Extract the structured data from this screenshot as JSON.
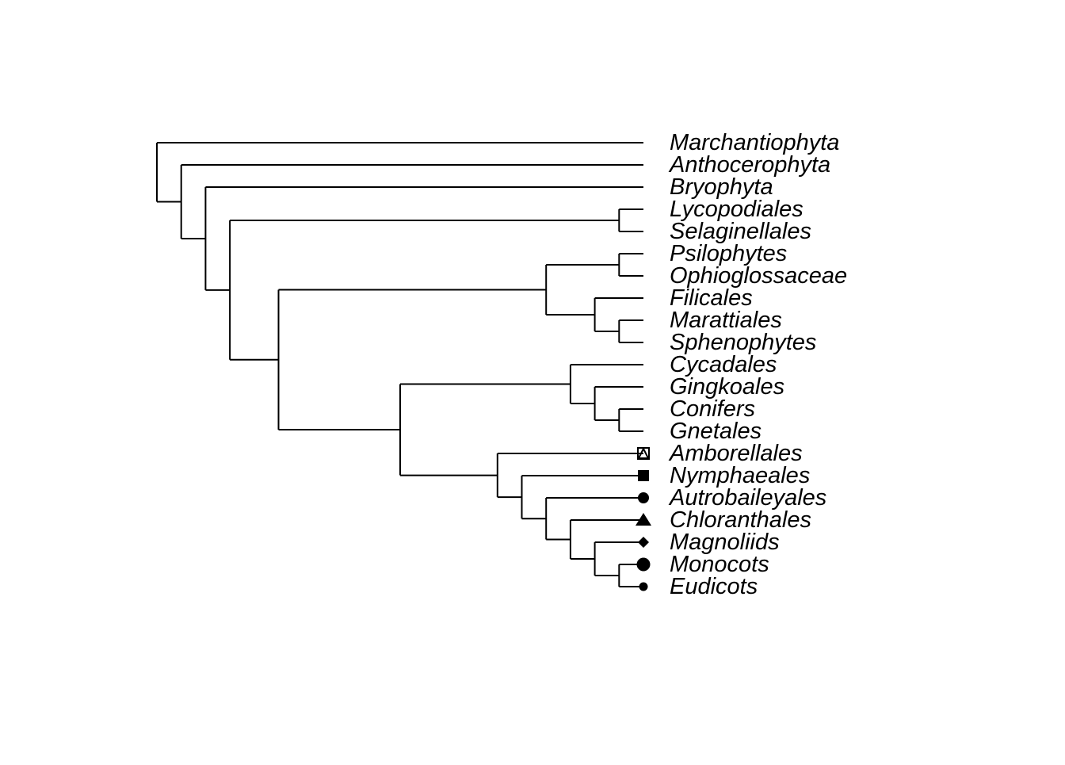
{
  "tree": {
    "type": "phylogram",
    "max_depth": 20,
    "root": {
      "depth": 0,
      "children": [
        {
          "tip": "Marchantiophyta"
        },
        {
          "depth": 1,
          "children": [
            {
              "tip": "Anthocerophyta"
            },
            {
              "depth": 2,
              "children": [
                {
                  "tip": "Bryophyta"
                },
                {
                  "depth": 3,
                  "children": [
                    {
                      "depth": 19,
                      "children": [
                        {
                          "tip": "Lycopodiales"
                        },
                        {
                          "tip": "Selaginellales"
                        }
                      ]
                    },
                    {
                      "depth": 5,
                      "children": [
                        {
                          "depth": 16,
                          "children": [
                            {
                              "depth": 19,
                              "children": [
                                {
                                  "tip": "Psilophytes"
                                },
                                {
                                  "tip": "Ophioglossaceae"
                                }
                              ]
                            },
                            {
                              "depth": 18,
                              "children": [
                                {
                                  "tip": "Filicales"
                                },
                                {
                                  "depth": 19,
                                  "children": [
                                    {
                                      "tip": "Marattiales"
                                    },
                                    {
                                      "tip": "Sphenophytes"
                                    }
                                  ]
                                }
                              ]
                            }
                          ]
                        },
                        {
                          "depth": 10,
                          "children": [
                            {
                              "depth": 17,
                              "children": [
                                {
                                  "tip": "Cycadales"
                                },
                                {
                                  "depth": 18,
                                  "children": [
                                    {
                                      "tip": "Gingkoales"
                                    },
                                    {
                                      "depth": 19,
                                      "children": [
                                        {
                                          "tip": "Conifers"
                                        },
                                        {
                                          "tip": "Gnetales"
                                        }
                                      ]
                                    }
                                  ]
                                }
                              ]
                            },
                            {
                              "depth": 14,
                              "children": [
                                {
                                  "tip": "Amborellales",
                                  "symbol": "open-square-triangle"
                                },
                                {
                                  "depth": 15,
                                  "children": [
                                    {
                                      "tip": "Nymphaeales",
                                      "symbol": "filled-square"
                                    },
                                    {
                                      "depth": 16,
                                      "children": [
                                        {
                                          "tip": "Autrobaileyales",
                                          "symbol": "filled-circle"
                                        },
                                        {
                                          "depth": 17,
                                          "children": [
                                            {
                                              "tip": "Chloranthales",
                                              "symbol": "filled-triangle"
                                            },
                                            {
                                              "depth": 18,
                                              "children": [
                                                {
                                                  "tip": "Magnoliids",
                                                  "symbol": "filled-diamond"
                                                },
                                                {
                                                  "depth": 19,
                                                  "children": [
                                                    {
                                                      "tip": "Monocots",
                                                      "symbol": "large-circle"
                                                    },
                                                    {
                                                      "tip": "Eudicots",
                                                      "symbol": "small-circle"
                                                    }
                                                  ]
                                                }
                                              ]
                                            }
                                          ]
                                        }
                                      ]
                                    }
                                  ]
                                }
                              ]
                            }
                          ]
                        }
                      ]
                    }
                  ]
                }
              ]
            }
          ]
        }
      ]
    }
  },
  "colors": {
    "line": "#000000",
    "background": "#ffffff"
  }
}
